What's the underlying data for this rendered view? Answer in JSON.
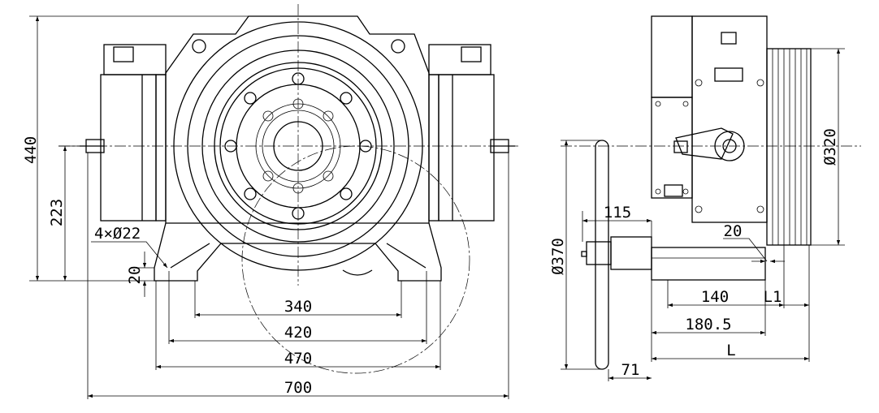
{
  "front_view": {
    "dims": {
      "height_total": "440",
      "height_shaft": "223",
      "base_thickness": "20",
      "holes": "4×Ø22",
      "d340": "340",
      "d420": "420",
      "d470": "470",
      "d700": "700"
    }
  },
  "side_view": {
    "dims": {
      "pulley_dia": "Ø320",
      "handwheel_dia": "Ø370",
      "d115": "115",
      "d20": "20",
      "d140": "140",
      "L1": "L1",
      "d180": "180.5",
      "L": "L",
      "d71": "71"
    }
  }
}
